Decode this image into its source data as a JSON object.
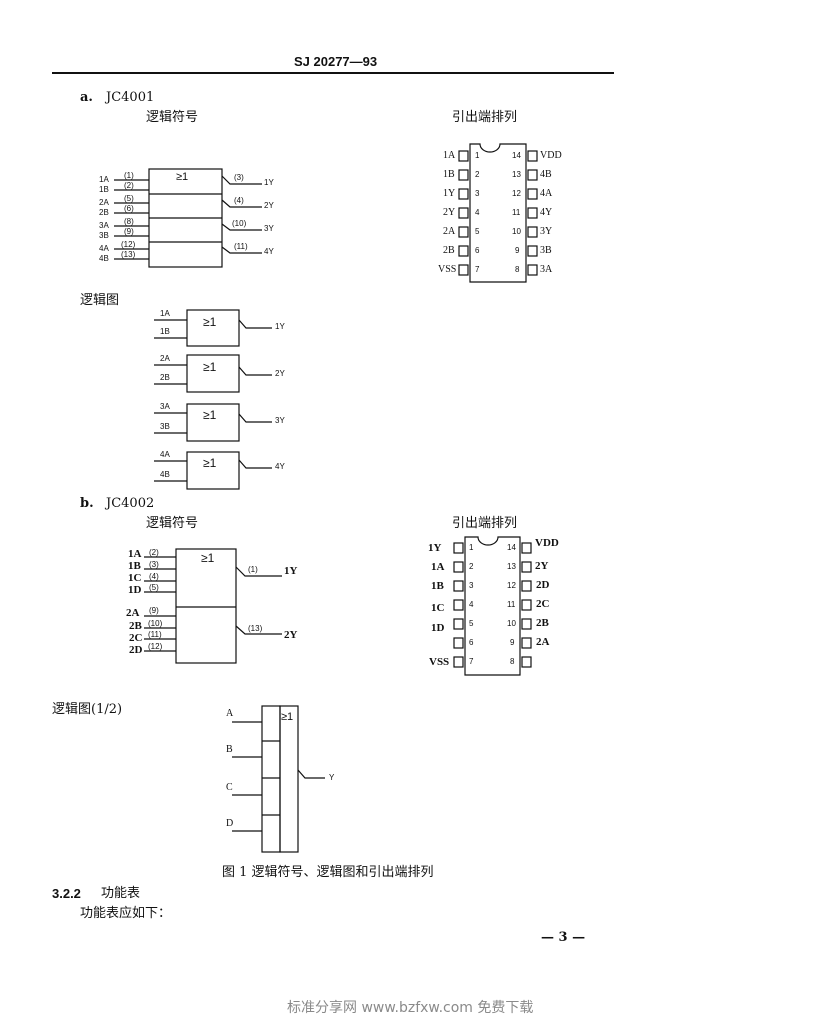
{
  "header": {
    "doc_id": "SJ 20277—93"
  },
  "part_a": {
    "label": "a.",
    "device": "JC4001",
    "symbol_title": "逻辑符号",
    "pinout_title": "引出端排列",
    "logic_title": "逻辑图",
    "gate_sym": "≥1",
    "symbol_inputs": [
      {
        "name": "1A",
        "pin": "(1)"
      },
      {
        "name": "1B",
        "pin": "(2)"
      },
      {
        "name": "2A",
        "pin": "(5)"
      },
      {
        "name": "2B",
        "pin": "(6)"
      },
      {
        "name": "3A",
        "pin": "(8)"
      },
      {
        "name": "3B",
        "pin": "(9)"
      },
      {
        "name": "4A",
        "pin": "(12)"
      },
      {
        "name": "4B",
        "pin": "(13)"
      }
    ],
    "symbol_outputs": [
      {
        "name": "1Y",
        "pin": "(3)"
      },
      {
        "name": "2Y",
        "pin": "(4)"
      },
      {
        "name": "3Y",
        "pin": "(10)"
      },
      {
        "name": "4Y",
        "pin": "(11)"
      }
    ],
    "pin_left": [
      {
        "name": "1A",
        "num": "1"
      },
      {
        "name": "1B",
        "num": "2"
      },
      {
        "name": "1Y",
        "num": "3"
      },
      {
        "name": "2Y",
        "num": "4"
      },
      {
        "name": "2A",
        "num": "5"
      },
      {
        "name": "2B",
        "num": "6"
      },
      {
        "name": "VSS",
        "num": "7"
      }
    ],
    "pin_right": [
      {
        "name": "VDD",
        "num": "14"
      },
      {
        "name": "4B",
        "num": "13"
      },
      {
        "name": "4A",
        "num": "12"
      },
      {
        "name": "4Y",
        "num": "11"
      },
      {
        "name": "3Y",
        "num": "10"
      },
      {
        "name": "3B",
        "num": "9"
      },
      {
        "name": "3A",
        "num": "8"
      }
    ],
    "logic_gates": [
      {
        "in1": "1A",
        "in2": "1B",
        "out": "1Y"
      },
      {
        "in1": "2A",
        "in2": "2B",
        "out": "2Y"
      },
      {
        "in1": "3A",
        "in2": "3B",
        "out": "3Y"
      },
      {
        "in1": "4A",
        "in2": "4B",
        "out": "4Y"
      }
    ]
  },
  "part_b": {
    "label": "b.",
    "device": "JC4002",
    "symbol_title": "逻辑符号",
    "pinout_title": "引出端排列",
    "logic_title": "逻辑图(1/2)",
    "gate_sym": "≥1",
    "symbol_inputs": [
      {
        "name": "1A",
        "pin": "(2)"
      },
      {
        "name": "1B",
        "pin": "(3)"
      },
      {
        "name": "1C",
        "pin": "(4)"
      },
      {
        "name": "1D",
        "pin": "(5)"
      },
      {
        "name": "2A",
        "pin": "(9)"
      },
      {
        "name": "2B",
        "pin": "(10)"
      },
      {
        "name": "2C",
        "pin": "(11)"
      },
      {
        "name": "2D",
        "pin": "(12)"
      }
    ],
    "symbol_outputs": [
      {
        "name": "1Y",
        "pin": "(1)"
      },
      {
        "name": "2Y",
        "pin": "(13)"
      }
    ],
    "pin_left": [
      {
        "name": "1Y",
        "num": "1"
      },
      {
        "name": "1A",
        "num": "2"
      },
      {
        "name": "1B",
        "num": "3"
      },
      {
        "name": "1C",
        "num": "4"
      },
      {
        "name": "1D",
        "num": "5"
      },
      {
        "name": "",
        "num": "6"
      },
      {
        "name": "VSS",
        "num": "7"
      }
    ],
    "pin_right": [
      {
        "name": "VDD",
        "num": "14"
      },
      {
        "name": "2Y",
        "num": "13"
      },
      {
        "name": "2D",
        "num": "12"
      },
      {
        "name": "2C",
        "num": "11"
      },
      {
        "name": "2B",
        "num": "10"
      },
      {
        "name": "2A",
        "num": "9"
      },
      {
        "name": "",
        "num": "8"
      }
    ],
    "logic_inputs": [
      "A",
      "B",
      "C",
      "D"
    ],
    "logic_output": "Y"
  },
  "figure_caption": "图 1  逻辑符号、逻辑图和引出端排列",
  "section": {
    "number": "3.2.2",
    "title": "功能表",
    "body": "功能表应如下："
  },
  "page_number": "— 3 —",
  "watermark": "标准分享网 www.bzfxw.com 免费下载"
}
